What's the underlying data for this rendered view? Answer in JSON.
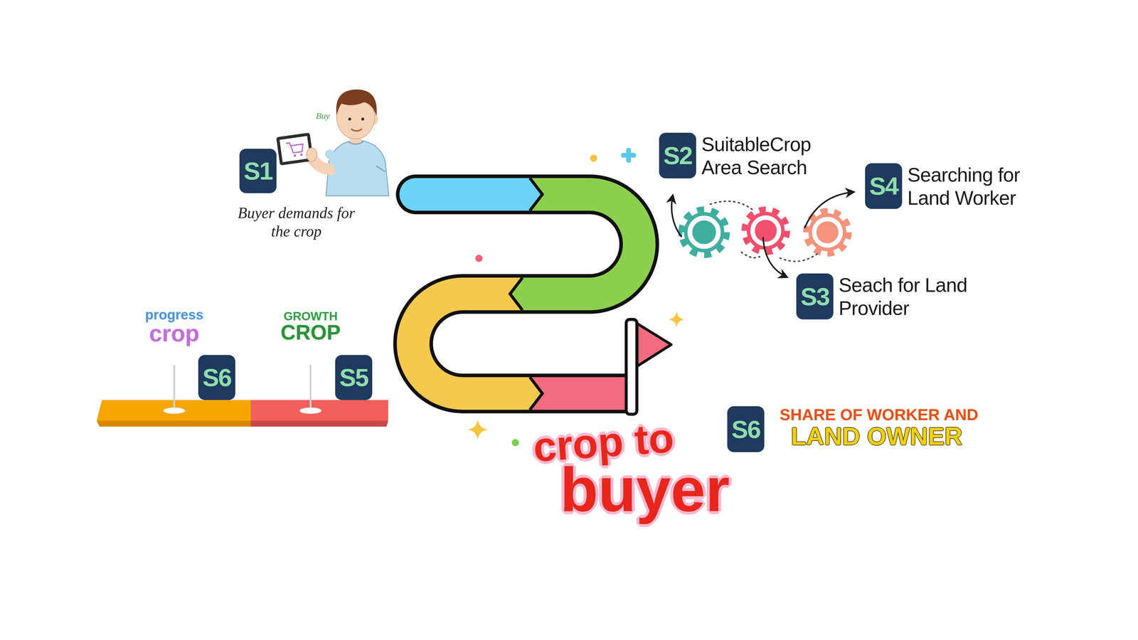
{
  "diagram": {
    "nodes": [
      {
        "text": [
          "S1"
        ]
      },
      {
        "text": [
          "S2"
        ]
      },
      {
        "text": [
          "S4"
        ]
      },
      {
        "text": [
          "S3"
        ]
      },
      {
        "text": [
          "progress",
          "crop"
        ]
      },
      {
        "text": [
          "GROWTH",
          "CROP"
        ]
      },
      {
        "text": [
          "S6"
        ]
      },
      {
        "text": [
          "S5"
        ]
      },
      {
        "text": [
          "S6"
        ]
      }
    ],
    "labels": [
      "Buy",
      "Buyer demands for the crop",
      "SuitableCrop Area Search",
      "Searching for Land Worker",
      "Seach for Land Provider",
      "SHARE OF WORKER AND",
      "LAND OWNER",
      "crop to",
      "buyer"
    ]
  }
}
